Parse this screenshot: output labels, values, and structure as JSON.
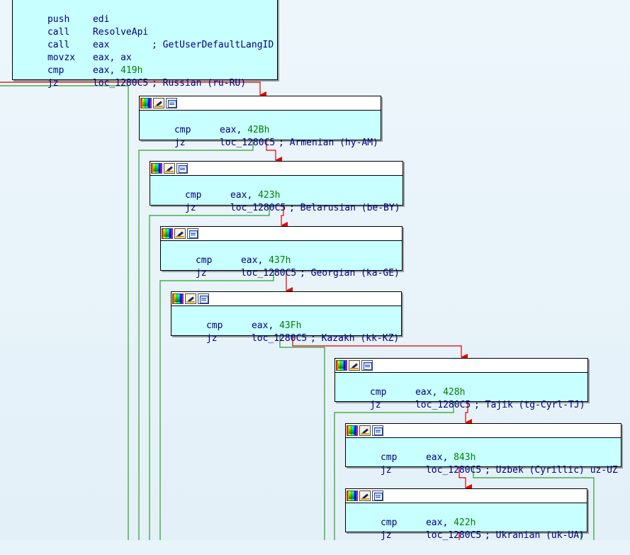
{
  "graph": {
    "top_block": {
      "lines": [
        {
          "mnemonic": "push",
          "operand": "edi",
          "number": "",
          "comment": ""
        },
        {
          "mnemonic": "call",
          "operand": "ResolveApi",
          "number": "",
          "comment": "; GetUserDefaultLangID"
        },
        {
          "mnemonic": "call",
          "operand": "eax",
          "number": "",
          "comment": ""
        },
        {
          "mnemonic": "movzx",
          "operand": "eax, ax",
          "number": "",
          "comment": ""
        },
        {
          "mnemonic": "cmp",
          "operand": "eax, ",
          "number": "419h",
          "comment": "; Russian (ru-RU)"
        },
        {
          "mnemonic": "jz",
          "operand": "loc_1280C5",
          "number": "",
          "comment": ""
        }
      ]
    },
    "blocks": [
      {
        "cmp_mnemonic": "cmp",
        "cmp_reg": "eax, ",
        "cmp_value": "42Bh",
        "comment": "; Armenian (hy-AM)",
        "jz_mnemonic": "jz",
        "jz_target": "loc_1280C5"
      },
      {
        "cmp_mnemonic": "cmp",
        "cmp_reg": "eax, ",
        "cmp_value": "423h",
        "comment": "; Belarusian (be-BY)",
        "jz_mnemonic": "jz",
        "jz_target": "loc_1280C5"
      },
      {
        "cmp_mnemonic": "cmp",
        "cmp_reg": "eax, ",
        "cmp_value": "437h",
        "comment": "; Georgian (ka-GE)",
        "jz_mnemonic": "jz",
        "jz_target": "loc_1280C5"
      },
      {
        "cmp_mnemonic": "cmp",
        "cmp_reg": "eax, ",
        "cmp_value": "43Fh",
        "comment": "; Kazakh (kk-KZ)",
        "jz_mnemonic": "jz",
        "jz_target": "loc_1280C5"
      },
      {
        "cmp_mnemonic": "cmp",
        "cmp_reg": "eax, ",
        "cmp_value": "428h",
        "comment": "; Tajik (tg-Cyrl-TJ)",
        "jz_mnemonic": "jz",
        "jz_target": "loc_1280C5"
      },
      {
        "cmp_mnemonic": "cmp",
        "cmp_reg": "eax, ",
        "cmp_value": "843h",
        "comment": "; Uzbek (Cyrillic) uz-UZ",
        "jz_mnemonic": "jz",
        "jz_target": "loc_1280C5"
      },
      {
        "cmp_mnemonic": "cmp",
        "cmp_reg": "eax, ",
        "cmp_value": "422h",
        "comment": "; Ukranian (uk-UA)",
        "jz_mnemonic": "jz",
        "jz_target": "loc_1280C5"
      }
    ],
    "header_icons": [
      "color-palette-icon",
      "rename-pencil-icon",
      "group-nodes-icon"
    ],
    "colors": {
      "node_fill": "#c8ffff",
      "edge_true": "#008000",
      "edge_false": "#e00000",
      "number": "#008000",
      "text": "#000080"
    }
  }
}
